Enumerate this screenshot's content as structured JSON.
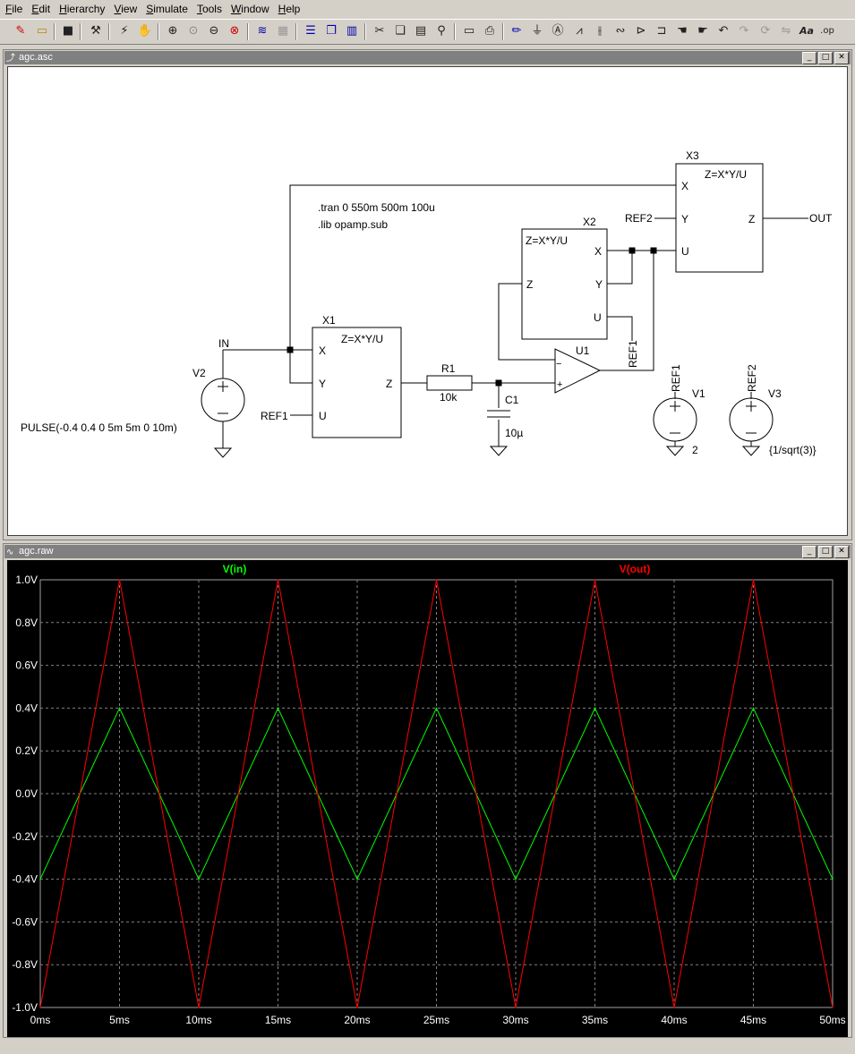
{
  "menu": [
    "File",
    "Edit",
    "Hierarchy",
    "View",
    "Simulate",
    "Tools",
    "Window",
    "Help"
  ],
  "toolbar_icons": [
    "new-schematic-icon",
    "open-icon",
    "save-icon",
    "control-panel-icon",
    "run-icon",
    "halt-icon",
    "zoom-in-icon",
    "zoom-pan-icon",
    "zoom-out-icon",
    "zoom-cancel-icon",
    "autorange-icon",
    "fft-icon",
    "tile-horizontal-icon",
    "cascade-icon",
    "tile-vertical-icon",
    "cut-icon",
    "copy-icon",
    "paste-icon",
    "find-icon",
    "print-setup-icon",
    "print-icon",
    "wire-icon",
    "ground-icon",
    "label-icon",
    "resistor-icon",
    "capacitor-icon",
    "inductor-icon",
    "diode-icon",
    "component-icon",
    "move-icon",
    "drag-icon",
    "undo-icon",
    "redo-icon",
    "rotate-icon",
    "mirror-icon",
    "text-icon",
    "spice-directive-icon"
  ],
  "schematic": {
    "title": "agc.asc",
    "directives": [
      ".tran 0 550m 500m 100u",
      ".lib opamp.sub"
    ],
    "mult_formula": "Z=X*Y/U",
    "pins": {
      "x": "X",
      "y": "Y",
      "u": "U",
      "z": "Z"
    },
    "x1": {
      "name": "X1"
    },
    "x2": {
      "name": "X2"
    },
    "x3": {
      "name": "X3"
    },
    "u1": {
      "name": "U1",
      "minus": "−",
      "plus": "+"
    },
    "r1": {
      "name": "R1",
      "value": "10k"
    },
    "c1": {
      "name": "C1",
      "value": "10µ"
    },
    "v1": {
      "name": "V1",
      "value": "2",
      "net": "REF1"
    },
    "v2": {
      "name": "V2",
      "value": "PULSE(-0.4 0.4 0 5m 5m 0 10m)"
    },
    "v3": {
      "name": "V3",
      "value": "{1/sqrt(3)}",
      "net": "REF2"
    },
    "net_labels": {
      "in": "IN",
      "out": "OUT",
      "ref1": "REF1",
      "ref2": "REF2"
    }
  },
  "plot": {
    "title": "agc.raw",
    "legend": [
      "V(in)",
      "V(out)"
    ]
  },
  "chart_data": {
    "type": "line",
    "xlabel": "",
    "ylabel": "",
    "xlim": [
      0,
      50
    ],
    "ylim": [
      -1.0,
      1.0
    ],
    "grid": true,
    "background": "#000000",
    "x_ticks": [
      "0ms",
      "5ms",
      "10ms",
      "15ms",
      "20ms",
      "25ms",
      "30ms",
      "35ms",
      "40ms",
      "45ms",
      "50ms"
    ],
    "y_ticks": [
      "1.0V",
      "0.8V",
      "0.6V",
      "0.4V",
      "0.2V",
      "0.0V",
      "-0.2V",
      "-0.4V",
      "-0.6V",
      "-0.8V",
      "-1.0V"
    ],
    "series": [
      {
        "name": "V(in)",
        "color": "#00ff00",
        "x": [
          0,
          5,
          10,
          15,
          20,
          25,
          30,
          35,
          40,
          45,
          50
        ],
        "y": [
          -0.4,
          0.4,
          -0.4,
          0.4,
          -0.4,
          0.4,
          -0.4,
          0.4,
          -0.4,
          0.4,
          -0.4
        ]
      },
      {
        "name": "V(out)",
        "color": "#ff0000",
        "x": [
          0,
          5,
          10,
          15,
          20,
          25,
          30,
          35,
          40,
          45,
          50
        ],
        "y": [
          -1.0,
          1.0,
          -1.0,
          1.0,
          -1.0,
          1.0,
          -1.0,
          1.0,
          -1.0,
          1.0,
          -1.0
        ]
      }
    ]
  }
}
